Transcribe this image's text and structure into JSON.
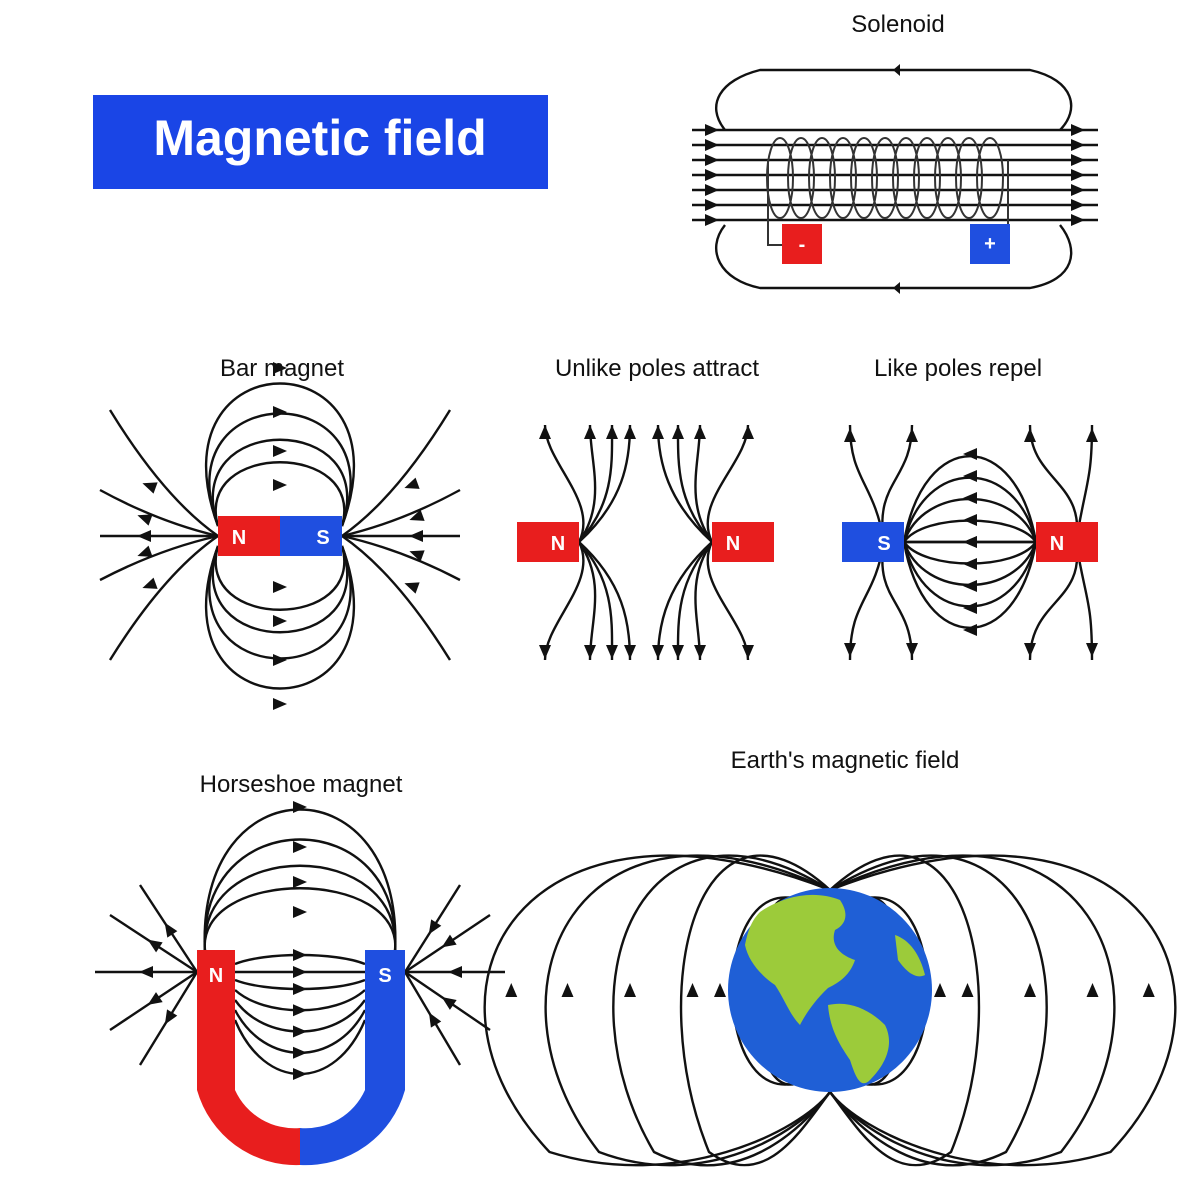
{
  "title": "Magnetic field",
  "colors": {
    "banner": "#1a45e6",
    "north": "#e81e1e",
    "south": "#1f4fe0",
    "line": "#111111",
    "ocean": "#1f5fd6",
    "land": "#9ccb3a"
  },
  "panels": {
    "solenoid": {
      "label": "Solenoid",
      "neg": "-",
      "pos": "+"
    },
    "bar_magnet": {
      "label": "Bar magnet",
      "n": "N",
      "s": "S"
    },
    "unlike_poles": {
      "label": "Unlike poles attract",
      "left": "N",
      "right": "N"
    },
    "like_poles": {
      "label": "Like poles repel",
      "left": "S",
      "right": "N"
    },
    "horseshoe": {
      "label": "Horseshoe magnet",
      "n": "N",
      "s": "S"
    },
    "earth": {
      "label": "Earth's magnetic field"
    }
  }
}
